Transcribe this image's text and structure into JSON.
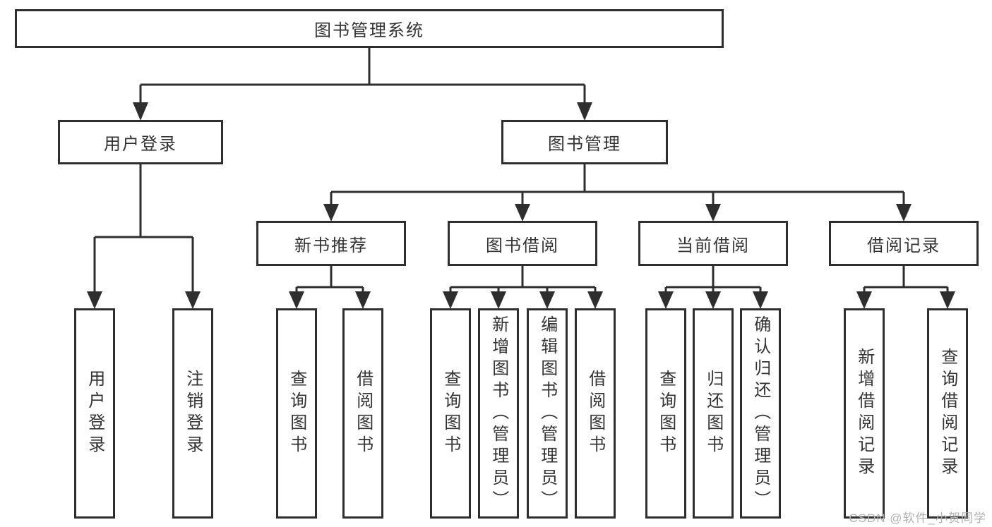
{
  "diagram": {
    "root": {
      "label": "图书管理系统",
      "children": [
        {
          "label": "用户登录",
          "children": [
            {
              "label": "用户登录"
            },
            {
              "label": "注销登录"
            }
          ]
        },
        {
          "label": "图书管理",
          "children": [
            {
              "label": "新书推荐",
              "children": [
                {
                  "label": "查询图书"
                },
                {
                  "label": "借阅图书"
                }
              ]
            },
            {
              "label": "图书借阅",
              "children": [
                {
                  "label": "查询图书"
                },
                {
                  "label": "新增图书（管理员）"
                },
                {
                  "label": "编辑图书（管理员）"
                },
                {
                  "label": "借阅图书"
                }
              ]
            },
            {
              "label": "当前借阅",
              "children": [
                {
                  "label": "查询图书"
                },
                {
                  "label": "归还图书"
                },
                {
                  "label": "确认归还（管理员）"
                }
              ]
            },
            {
              "label": "借阅记录",
              "children": [
                {
                  "label": "新增借阅记录"
                },
                {
                  "label": "查询借阅记录"
                }
              ]
            }
          ]
        }
      ]
    },
    "colors": {
      "line": "#2e2e2e",
      "box_border": "#2e2e2e",
      "text": "#333333",
      "background": "#ffffff",
      "watermark": "#b1b1b1"
    }
  },
  "watermark": {
    "text": "CSDN @软件_小贺同学"
  }
}
